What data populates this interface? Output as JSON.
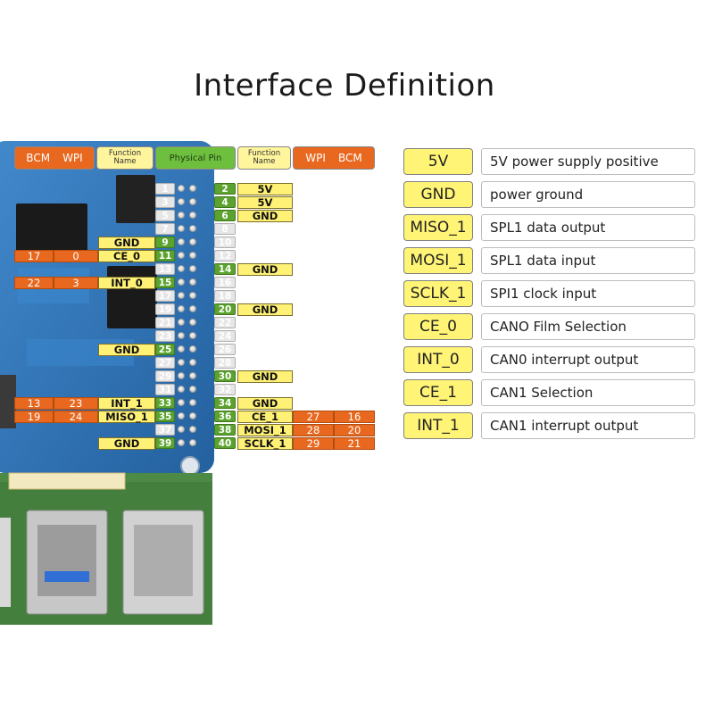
{
  "title": "Interface Definition",
  "header": {
    "bcm": "BCM",
    "wpi": "WPI",
    "function_name": "Function Name",
    "physical_pin": "Physical Pin"
  },
  "pins": [
    {
      "n": "1",
      "side": "L",
      "active": false
    },
    {
      "n": "2",
      "side": "R",
      "active": true,
      "func": "5V"
    },
    {
      "n": "3",
      "side": "L",
      "active": false
    },
    {
      "n": "4",
      "side": "R",
      "active": true,
      "func": "5V"
    },
    {
      "n": "5",
      "side": "L",
      "active": false
    },
    {
      "n": "6",
      "side": "R",
      "active": true,
      "func": "GND"
    },
    {
      "n": "7",
      "side": "L",
      "active": false
    },
    {
      "n": "8",
      "side": "R",
      "active": false
    },
    {
      "n": "9",
      "side": "L",
      "active": true,
      "func": "GND"
    },
    {
      "n": "10",
      "side": "R",
      "active": false
    },
    {
      "n": "11",
      "side": "L",
      "active": true,
      "func": "CE_0",
      "wpi": "0",
      "bcm": "17"
    },
    {
      "n": "12",
      "side": "R",
      "active": false
    },
    {
      "n": "13",
      "side": "L",
      "active": false
    },
    {
      "n": "14",
      "side": "R",
      "active": true,
      "func": "GND"
    },
    {
      "n": "15",
      "side": "L",
      "active": true,
      "func": "INT_0",
      "wpi": "3",
      "bcm": "22"
    },
    {
      "n": "16",
      "side": "R",
      "active": false
    },
    {
      "n": "17",
      "side": "L",
      "active": false
    },
    {
      "n": "18",
      "side": "R",
      "active": false
    },
    {
      "n": "19",
      "side": "L",
      "active": false
    },
    {
      "n": "20",
      "side": "R",
      "active": true,
      "func": "GND"
    },
    {
      "n": "21",
      "side": "L",
      "active": false
    },
    {
      "n": "22",
      "side": "R",
      "active": false
    },
    {
      "n": "23",
      "side": "L",
      "active": false
    },
    {
      "n": "24",
      "side": "R",
      "active": false
    },
    {
      "n": "25",
      "side": "L",
      "active": true,
      "func": "GND"
    },
    {
      "n": "26",
      "side": "R",
      "active": false
    },
    {
      "n": "27",
      "side": "L",
      "active": false
    },
    {
      "n": "28",
      "side": "R",
      "active": false
    },
    {
      "n": "29",
      "side": "L",
      "active": false
    },
    {
      "n": "30",
      "side": "R",
      "active": true,
      "func": "GND"
    },
    {
      "n": "31",
      "side": "L",
      "active": false
    },
    {
      "n": "32",
      "side": "R",
      "active": false
    },
    {
      "n": "33",
      "side": "L",
      "active": true,
      "func": "INT_1",
      "wpi": "23",
      "bcm": "13"
    },
    {
      "n": "34",
      "side": "R",
      "active": true,
      "func": "GND"
    },
    {
      "n": "35",
      "side": "L",
      "active": true,
      "func": "MISO_1",
      "wpi": "24",
      "bcm": "19"
    },
    {
      "n": "36",
      "side": "R",
      "active": true,
      "func": "CE_1",
      "wpi": "27",
      "bcm": "16"
    },
    {
      "n": "37",
      "side": "L",
      "active": false
    },
    {
      "n": "38",
      "side": "R",
      "active": true,
      "func": "MOSI_1",
      "wpi": "28",
      "bcm": "20"
    },
    {
      "n": "39",
      "side": "L",
      "active": true,
      "func": "GND"
    },
    {
      "n": "40",
      "side": "R",
      "active": true,
      "func": "SCLK_1",
      "wpi": "29",
      "bcm": "21"
    }
  ],
  "legend": [
    {
      "name": "5V",
      "desc": "5V power supply positive"
    },
    {
      "name": "GND",
      "desc": "power ground"
    },
    {
      "name": "MISO_1",
      "desc": "SPL1 data output"
    },
    {
      "name": "MOSI_1",
      "desc": "SPL1 data input"
    },
    {
      "name": "SCLK_1",
      "desc": "SPI1 clock input"
    },
    {
      "name": "CE_0",
      "desc": "CANO Film Selection"
    },
    {
      "name": "INT_0",
      "desc": "CAN0 interrupt output"
    },
    {
      "name": "CE_1",
      "desc": "CAN1 Selection"
    },
    {
      "name": "INT_1",
      "desc": "CAN1 interrupt output"
    }
  ],
  "colors": {
    "bcm_wpi": "#e8681f",
    "function": "#fff176",
    "active_pin": "#5ba32e",
    "inactive_pin": "#e6e6e6",
    "board": "#2a72b8"
  }
}
